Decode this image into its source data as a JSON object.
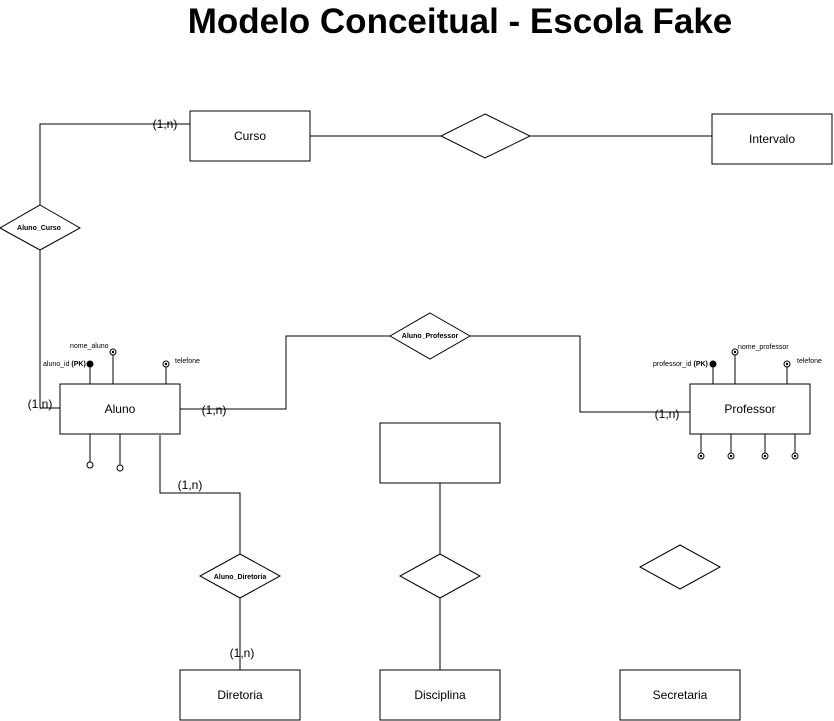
{
  "title": "Modelo Conceitual - Escola Fake",
  "entities": {
    "curso": "Curso",
    "intervalo": "Intervalo",
    "aluno": "Aluno",
    "professor": "Professor",
    "diretoria": "Diretoria",
    "disciplina": "Disciplina",
    "secretaria": "Secretaria",
    "unnamed": ""
  },
  "relationships": {
    "aluno_curso": "Aluno_Curso",
    "aluno_professor": "Aluno_Professor",
    "aluno_diretoria": "Aluno_Diretoria",
    "curso_intervalo": "",
    "disciplina_rel": "",
    "secretaria_rel": ""
  },
  "cardinalities": {
    "curso_side": "(1,n)",
    "aluno_curso_side": "(1,n)",
    "aluno_professor_side": "(1,n)",
    "professor_side": "(1,n)",
    "aluno_diretoria_side": "(1,n)",
    "diretoria_side": "(1,n)"
  },
  "attributes": {
    "aluno_id": "aluno_id",
    "aluno_pk": "(PK)",
    "nome_aluno": "nome_aluno",
    "aluno_telefone": "telefone",
    "professor_id": "professor_id",
    "professor_pk": "(PK)",
    "nome_professor": "nome_professor",
    "professor_telefone": "telefone"
  }
}
